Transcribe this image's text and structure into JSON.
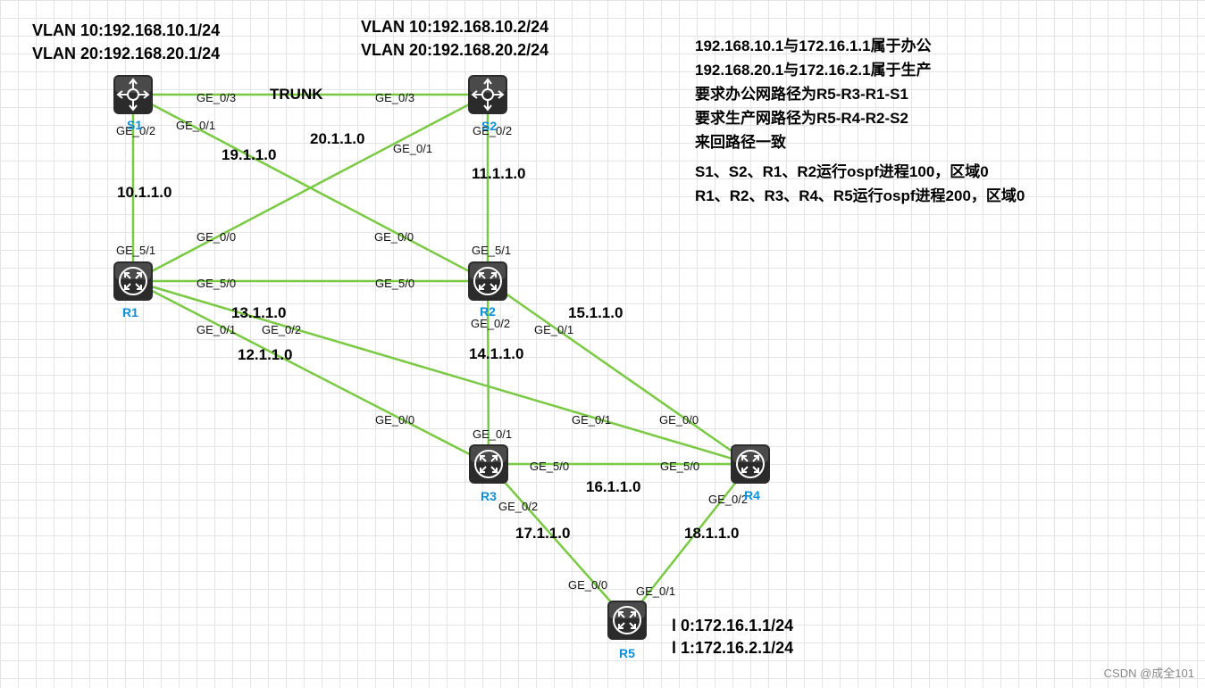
{
  "vlan_s1": [
    "VLAN 10:192.168.10.1/24",
    "VLAN 20:192.168.20.1/24"
  ],
  "vlan_s2": [
    "VLAN 10:192.168.10.2/24",
    "VLAN 20:192.168.20.2/24"
  ],
  "notes": [
    "192.168.10.1与172.16.1.1属于办公",
    "192.168.20.1与172.16.2.1属于生产",
    "要求办公网路径为R5-R3-R1-S1",
    "要求生产网路径为R5-R4-R2-S2",
    "来回路径一致",
    "S1、S2、R1、R2运行ospf进程100，区域0",
    "R1、R2、R3、R4、R5运行ospf进程200，区域0"
  ],
  "r5_loopbacks": [
    "l 0:172.16.1.1/24",
    "l 1:172.16.2.1/24"
  ],
  "devices": [
    {
      "id": "S1",
      "label": "S1",
      "kind": "switch"
    },
    {
      "id": "S2",
      "label": "S2",
      "kind": "switch"
    },
    {
      "id": "R1",
      "label": "R1",
      "kind": "router"
    },
    {
      "id": "R2",
      "label": "R2",
      "kind": "router"
    },
    {
      "id": "R3",
      "label": "R3",
      "kind": "router"
    },
    {
      "id": "R4",
      "label": "R4",
      "kind": "router"
    },
    {
      "id": "R5",
      "label": "R5",
      "kind": "router"
    }
  ],
  "links": [
    {
      "from": "S1",
      "to": "S2",
      "label": "TRUNK",
      "ports": [
        "GE_0/3",
        "GE_0/3"
      ]
    },
    {
      "from": "S1",
      "to": "R1",
      "label": "10.1.1.0",
      "ports": [
        "GE_0/2",
        "GE_5/1"
      ]
    },
    {
      "from": "S1",
      "to": "R2",
      "label": "19.1.1.0",
      "ports": [
        "GE_0/1",
        "GE_0/0"
      ]
    },
    {
      "from": "S2",
      "to": "R1",
      "label": "20.1.1.0",
      "ports": [
        "GE_0/1",
        "GE_0/0"
      ]
    },
    {
      "from": "S2",
      "to": "R2",
      "label": "11.1.1.0",
      "ports": [
        "GE_0/2",
        "GE_5/1"
      ]
    },
    {
      "from": "R1",
      "to": "R2",
      "label": "",
      "ports": [
        "GE_5/0",
        "GE_5/0"
      ]
    },
    {
      "from": "R1",
      "to": "R4",
      "label": "13.1.1.0",
      "ports": [
        "GE_0/2",
        "GE_0/1"
      ]
    },
    {
      "from": "R1",
      "to": "R3",
      "label": "12.1.1.0",
      "ports": [
        "GE_0/1",
        "GE_0/0"
      ]
    },
    {
      "from": "R2",
      "to": "R3",
      "label": "14.1.1.0",
      "ports": [
        "GE_0/2",
        "GE_0/1"
      ]
    },
    {
      "from": "R2",
      "to": "R4",
      "label": "15.1.1.0",
      "ports": [
        "GE_0/1",
        "GE_0/0"
      ]
    },
    {
      "from": "R3",
      "to": "R4",
      "label": "16.1.1.0",
      "ports": [
        "GE_5/0",
        "GE_5/0"
      ]
    },
    {
      "from": "R3",
      "to": "R5",
      "label": "17.1.1.0",
      "ports": [
        "GE_0/2",
        "GE_0/0"
      ]
    },
    {
      "from": "R4",
      "to": "R5",
      "label": "18.1.1.0",
      "ports": [
        "GE_0/2",
        "GE_0/1"
      ]
    }
  ],
  "watermark": "CSDN @成全101",
  "colors": {
    "link": "#7ac943",
    "device": "#2b2b2b",
    "device_label": "#0a8fd8"
  }
}
